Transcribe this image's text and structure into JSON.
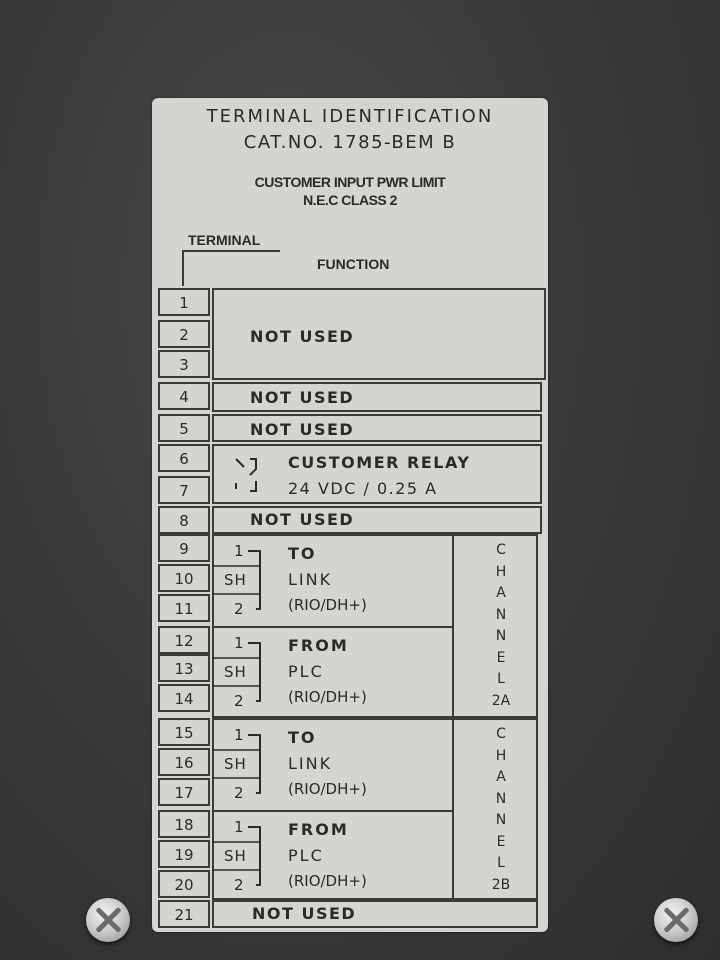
{
  "label": {
    "title_line1": "TERMINAL IDENTIFICATION",
    "title_line2": "CAT.NO. 1785-BEM B",
    "condition_line1": "CUSTOMER INPUT PWR LIMIT",
    "condition_line2": "N.E.C CLASS 2",
    "header_terminal": "TERMINAL",
    "header_function": "FUNCTION"
  },
  "terminals": [
    "1",
    "2",
    "3",
    "4",
    "5",
    "6",
    "7",
    "8",
    "9",
    "10",
    "11",
    "12",
    "13",
    "14",
    "15",
    "16",
    "17",
    "18",
    "19",
    "20",
    "21"
  ],
  "functions": {
    "t1_3": "NOT USED",
    "t4": "NOT USED",
    "t5": "NOT USED",
    "relay_line1": "CUSTOMER RELAY",
    "relay_line2": "24 VDC / 0.25 A",
    "t8": "NOT USED",
    "t21": "NOT USED"
  },
  "groups": [
    {
      "pin1": "1",
      "pin_sh": "SH",
      "pin2": "2",
      "line1": "TO",
      "line2": "LINK",
      "line3": "(RIO/DH+)"
    },
    {
      "pin1": "1",
      "pin_sh": "SH",
      "pin2": "2",
      "line1": "FROM",
      "line2": "PLC",
      "line3": "(RIO/DH+)"
    },
    {
      "pin1": "1",
      "pin_sh": "SH",
      "pin2": "2",
      "line1": "TO",
      "line2": "LINK",
      "line3": "(RIO/DH+)"
    },
    {
      "pin1": "1",
      "pin_sh": "SH",
      "pin2": "2",
      "line1": "FROM",
      "line2": "PLC",
      "line3": "(RIO/DH+)"
    }
  ],
  "channels": [
    {
      "letters": [
        "C",
        "H",
        "A",
        "N",
        "N",
        "E",
        "L"
      ],
      "id": "2A"
    },
    {
      "letters": [
        "C",
        "H",
        "A",
        "N",
        "N",
        "E",
        "L"
      ],
      "id": "2B"
    }
  ],
  "colors": {
    "panel": "#3a3a3a",
    "label": "#d4d4d0",
    "ink": "#2a2a2a"
  },
  "icons": [
    "relay-contact-icon",
    "screw-icon"
  ]
}
